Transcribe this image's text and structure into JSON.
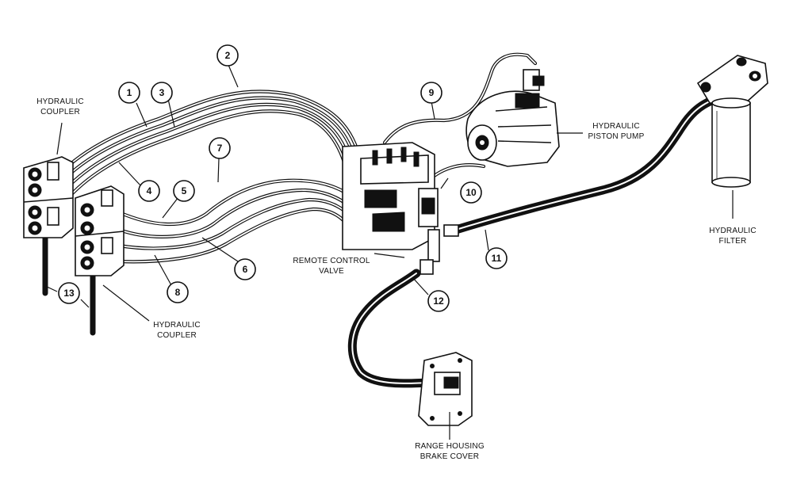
{
  "labels": {
    "coupler_top_line1": "HYDRAULIC",
    "coupler_top_line2": "COUPLER",
    "coupler_bottom_line1": "HYDRAULIC",
    "coupler_bottom_line2": "COUPLER",
    "pump_line1": "HYDRAULIC",
    "pump_line2": "PISTON PUMP",
    "filter_line1": "HYDRAULIC",
    "filter_line2": "FILTER",
    "valve_line1": "REMOTE CONTROL",
    "valve_line2": "VALVE",
    "brake_line1": "RANGE HOUSING",
    "brake_line2": "BRAKE COVER"
  },
  "callouts": [
    "1",
    "2",
    "3",
    "4",
    "5",
    "6",
    "7",
    "8",
    "9",
    "10",
    "11",
    "12",
    "13"
  ]
}
